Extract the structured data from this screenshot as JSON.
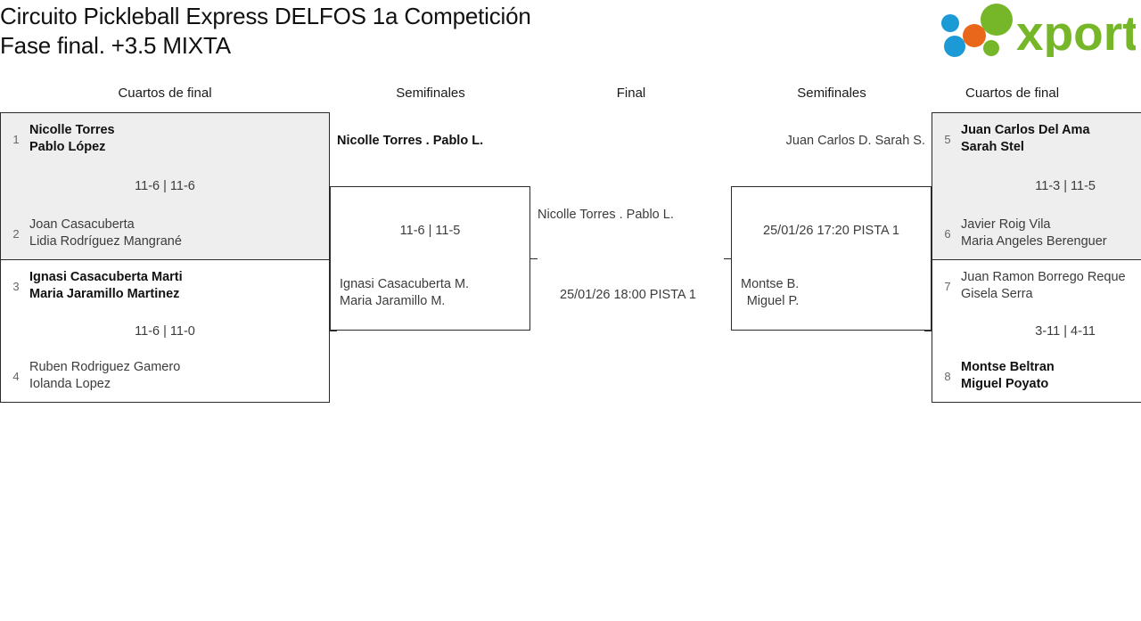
{
  "header": {
    "title_line1": "Circuito Pickleball Express DELFOS 1a Competición",
    "title_line2": "Fase final. +3.5 MIXTA",
    "logo_text": "xporty",
    "logo_colors": {
      "green": "#76b729",
      "blue": "#1b9ad6",
      "orange": "#e8671a"
    }
  },
  "columns": [
    {
      "label": "Cuartos de final"
    },
    {
      "label": "Semifinales"
    },
    {
      "label": "Final"
    },
    {
      "label": "Semifinales"
    },
    {
      "label": "Cuartos de final"
    }
  ],
  "bracket": {
    "left_quarterfinals": [
      {
        "shaded": true,
        "top": {
          "seed": "1",
          "p1": "Nicolle Torres",
          "p2": "Pablo López",
          "winner": true
        },
        "bottom": {
          "seed": "2",
          "p1": "Joan Casacuberta",
          "p2": "Lidia Rodríguez Mangrané",
          "winner": false
        },
        "score": "11-6 | 11-6"
      },
      {
        "shaded": false,
        "top": {
          "seed": "3",
          "p1": "Ignasi Casacuberta Marti",
          "p2": "Maria Jaramillo Martinez",
          "winner": true
        },
        "bottom": {
          "seed": "4",
          "p1": "Ruben Rodriguez Gamero",
          "p2": "Iolanda Lopez",
          "winner": false
        },
        "score": "11-6 | 11-0"
      }
    ],
    "left_semifinal": {
      "advancing": {
        "p1": "Nicolle Torres .",
        "p2": "Pablo L.",
        "winner": true
      },
      "lower": {
        "p1": "Ignasi Casacuberta M.",
        "p2": "Maria Jaramillo M.",
        "winner": false
      },
      "score": "11-6 | 11-5"
    },
    "final": {
      "advancing": {
        "p1": "Nicolle Torres .",
        "p2": "Pablo L.",
        "winner": false
      },
      "meta": "25/01/26 18:00 PISTA 1"
    },
    "right_semifinal": {
      "advancing": {
        "p1": "Juan Carlos D.",
        "p2": "Sarah S.",
        "winner": false
      },
      "lower": {
        "p1": "Montse B.",
        "p2": "Miguel P.",
        "winner": false
      },
      "meta": "25/01/26 17:20 PISTA 1"
    },
    "right_quarterfinals": [
      {
        "shaded": true,
        "top": {
          "seed": "5",
          "p1": "Juan Carlos Del Ama",
          "p2": "Sarah Stel",
          "winner": true
        },
        "bottom": {
          "seed": "6",
          "p1": "Javier Roig Vila",
          "p2": "Maria Angeles Berenguer",
          "winner": false
        },
        "score": "11-3 | 11-5"
      },
      {
        "shaded": false,
        "top": {
          "seed": "7",
          "p1": "Juan Ramon Borrego Reque",
          "p2": "Gisela Serra",
          "winner": false
        },
        "bottom": {
          "seed": "8",
          "p1": "Montse Beltran",
          "p2": "Miguel Poyato",
          "winner": true
        },
        "score": "3-11 | 4-11"
      }
    ]
  }
}
